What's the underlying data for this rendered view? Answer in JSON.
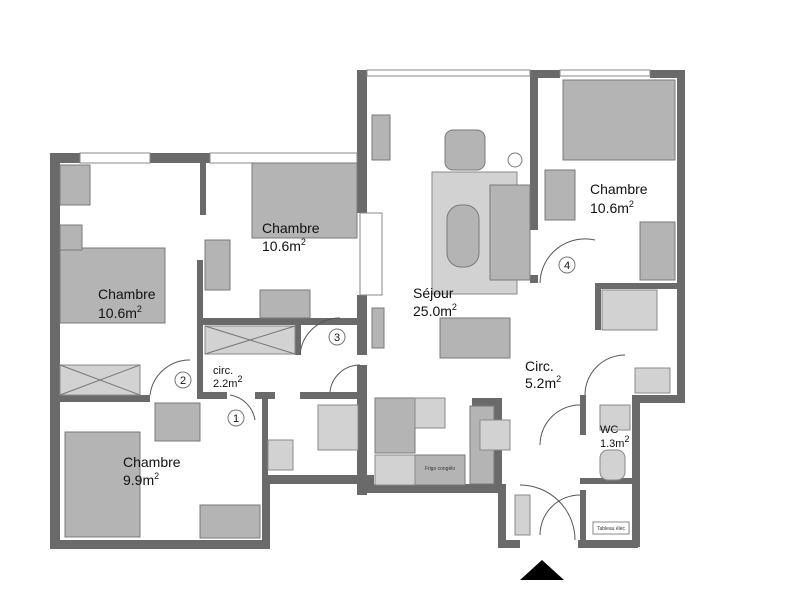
{
  "rooms": {
    "chambre_left": {
      "name": "Chambre",
      "area": "10.6m",
      "exp": "2"
    },
    "chambre_mid": {
      "name": "Chambre",
      "area": "10.6m",
      "exp": "2"
    },
    "chambre_right": {
      "name": "Chambre",
      "area": "10.6m",
      "exp": "2"
    },
    "chambre_bottom": {
      "name": "Chambre",
      "area": "9.9m",
      "exp": "2"
    },
    "sejour": {
      "name": "Séjour",
      "area": "25.0m",
      "exp": "2"
    },
    "circ_small": {
      "name": "circ.",
      "area": "2.2m",
      "exp": "2"
    },
    "circ_large": {
      "name": "Circ.",
      "area": "5.2m",
      "exp": "2"
    },
    "wc": {
      "name": "WC",
      "area": "1.3m",
      "exp": "2"
    }
  },
  "door_numbers": [
    "1",
    "2",
    "3",
    "4"
  ],
  "fixtures": {
    "fridge": "Frigo congélo",
    "panel": "Tableau élec"
  },
  "entrance_marker": "triangle-up",
  "colors": {
    "wall": "#6a6a6a",
    "furniture": "#b4b4b4",
    "background": "#ffffff"
  }
}
